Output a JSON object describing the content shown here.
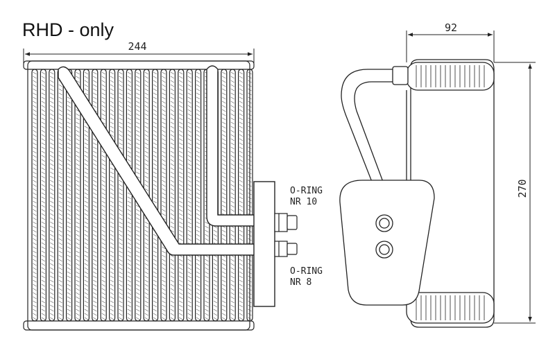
{
  "title": "RHD - only",
  "dimensions": {
    "width": "244",
    "depth": "92",
    "height": "270"
  },
  "notes": {
    "oring_upper_line1": "O-RING",
    "oring_upper_line2": "NR 10",
    "oring_lower_line1": "O-RING",
    "oring_lower_line2": "NR 8"
  },
  "colors": {
    "line": "#222222",
    "background": "#ffffff"
  }
}
